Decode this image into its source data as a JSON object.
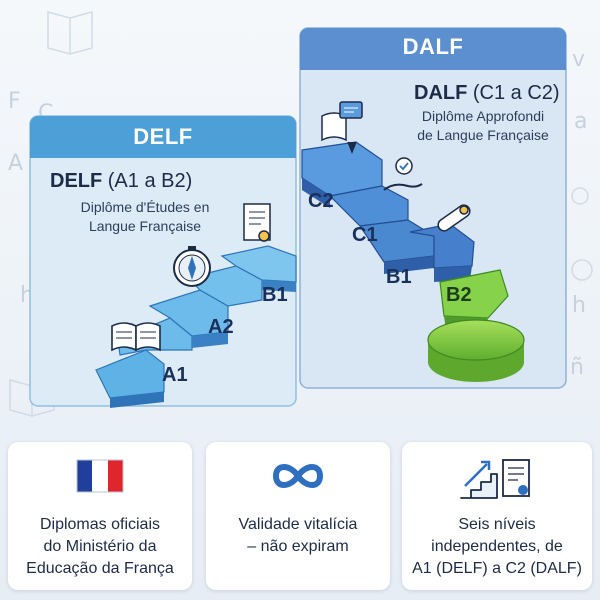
{
  "delf_panel": {
    "header": "DELF",
    "title_bold": "DELF",
    "title_rest": " (A1 a B2)",
    "desc_line1": "Diplôme d'Études en",
    "desc_line2": "Langue Française"
  },
  "dalf_panel": {
    "header": "DALF",
    "title_bold": "DALF",
    "title_rest": " (C1 a C2)",
    "desc_line1": "Diplôme Approfondi",
    "desc_line2": "de Langue Française"
  },
  "levels": {
    "a1": "A1",
    "a2": "A2",
    "b1_delf": "B1",
    "b1_dalf": "B1",
    "b2": "B2",
    "c1": "C1",
    "c2": "C2"
  },
  "cards": [
    {
      "icon": "france-flag-icon",
      "line1": "Diplomas oficiais",
      "line2": "do Ministério da",
      "line3": "Educação da França"
    },
    {
      "icon": "infinity-icon",
      "line1": "Validade vitalícia",
      "line2": "– não expiram"
    },
    {
      "icon": "stairs-chart-certificate-icon",
      "line1": "Seis níveis",
      "line2": "independentes, de",
      "line3": "A1 (DELF) a C2 (DALF)"
    }
  ],
  "colors": {
    "delf_blue": "#4d9fd8",
    "dalf_blue": "#5b8fcf",
    "stair_light": "#6bb3e3",
    "stair_dark": "#3b77c2",
    "b2_green": "#7fcf3f",
    "text_dark": "#1d2b47"
  }
}
